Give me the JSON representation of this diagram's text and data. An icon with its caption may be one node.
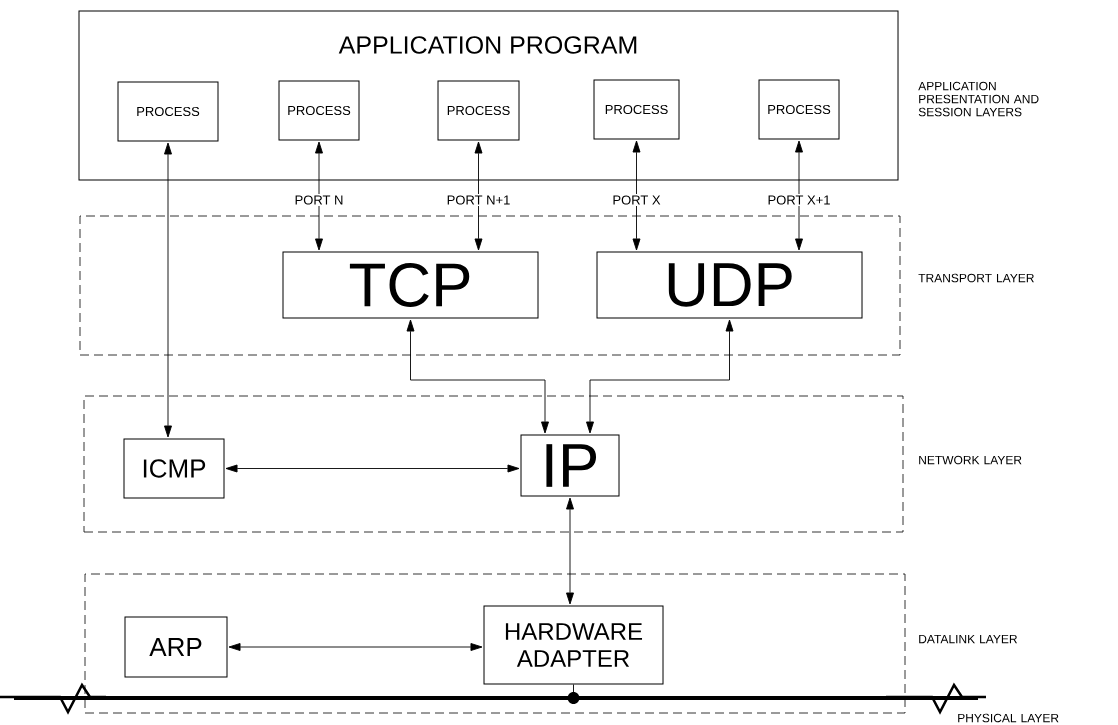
{
  "diagram": {
    "nodes": [
      {
        "text": [
          "APPLICATION PROGRAM"
        ],
        "beside": [
          "APPLICATION PRESENTATION AND SESSION LAYERS"
        ]
      },
      {
        "text": [
          "PROCESS"
        ],
        "in": 0
      },
      {
        "text": [
          "PROCESS"
        ],
        "in": 0
      },
      {
        "text": [
          "PROCESS"
        ],
        "in": 0
      },
      {
        "text": [
          "PROCESS"
        ],
        "in": 0
      },
      {
        "text": [
          "PROCESS"
        ],
        "in": 0
      },
      {
        "text": [],
        "shape": "box",
        "beside": [
          "TRANSPORT LAYER"
        ]
      },
      {
        "text": [
          "TCP"
        ],
        "in": 6
      },
      {
        "text": [
          "UDP"
        ],
        "in": 6
      },
      {
        "text": [],
        "shape": "box",
        "beside": [
          "NETWORK LAYER"
        ]
      },
      {
        "text": [
          "ICMP"
        ],
        "in": 9
      },
      {
        "text": [
          "IP"
        ],
        "in": 9
      },
      {
        "text": [],
        "shape": "box",
        "beside": [
          "DATALINK LAYER"
        ]
      },
      {
        "text": [
          "ARP"
        ],
        "in": 12
      },
      {
        "text": [
          "HARDWARE ADAPTER"
        ],
        "in": 12
      },
      {
        "text": [],
        "shape": "bar",
        "beside": [
          "PHYSICAL LAYER"
        ]
      }
    ],
    "edges": [
      {
        "from": 1,
        "to": 10,
        "arrow": "both"
      },
      {
        "from": 2,
        "to": 7,
        "arrow": "both",
        "label": "PORT N"
      },
      {
        "from": 3,
        "to": 7,
        "arrow": "both",
        "label": "PORT N+1"
      },
      {
        "from": 4,
        "to": 8,
        "arrow": "both",
        "label": "PORT X"
      },
      {
        "from": 5,
        "to": 8,
        "arrow": "both",
        "label": "PORT X+1"
      },
      {
        "from": 7,
        "to": 11,
        "arrow": "both"
      },
      {
        "from": 8,
        "to": 11,
        "arrow": "both"
      },
      {
        "from": 10,
        "to": 11,
        "arrow": "both"
      },
      {
        "from": 11,
        "to": 14,
        "arrow": "both"
      },
      {
        "from": 13,
        "to": 14,
        "arrow": "both"
      },
      {
        "from": 14,
        "to": 15,
        "arrow": "none"
      }
    ]
  }
}
